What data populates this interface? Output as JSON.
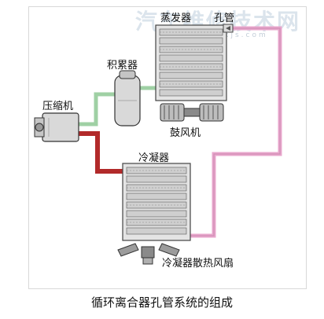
{
  "labels": {
    "evaporator": "蒸发器",
    "orifice_tube": "孔管",
    "accumulator": "积累器",
    "compressor": "压缩机",
    "blower": "鼓风机",
    "condenser": "冷凝器",
    "condenser_fan": "冷凝器散热风扇"
  },
  "caption": "循环离合器孔管系统的组成",
  "watermark": {
    "text": "汽车维修技术网",
    "url": "www.qcwxjs.com"
  },
  "colors": {
    "high_pressure_line": "#b22a2a",
    "low_pressure_line": "#9fd0a4",
    "orifice_line": "#e8a6cc",
    "component_fill": "#d9d9d9"
  }
}
